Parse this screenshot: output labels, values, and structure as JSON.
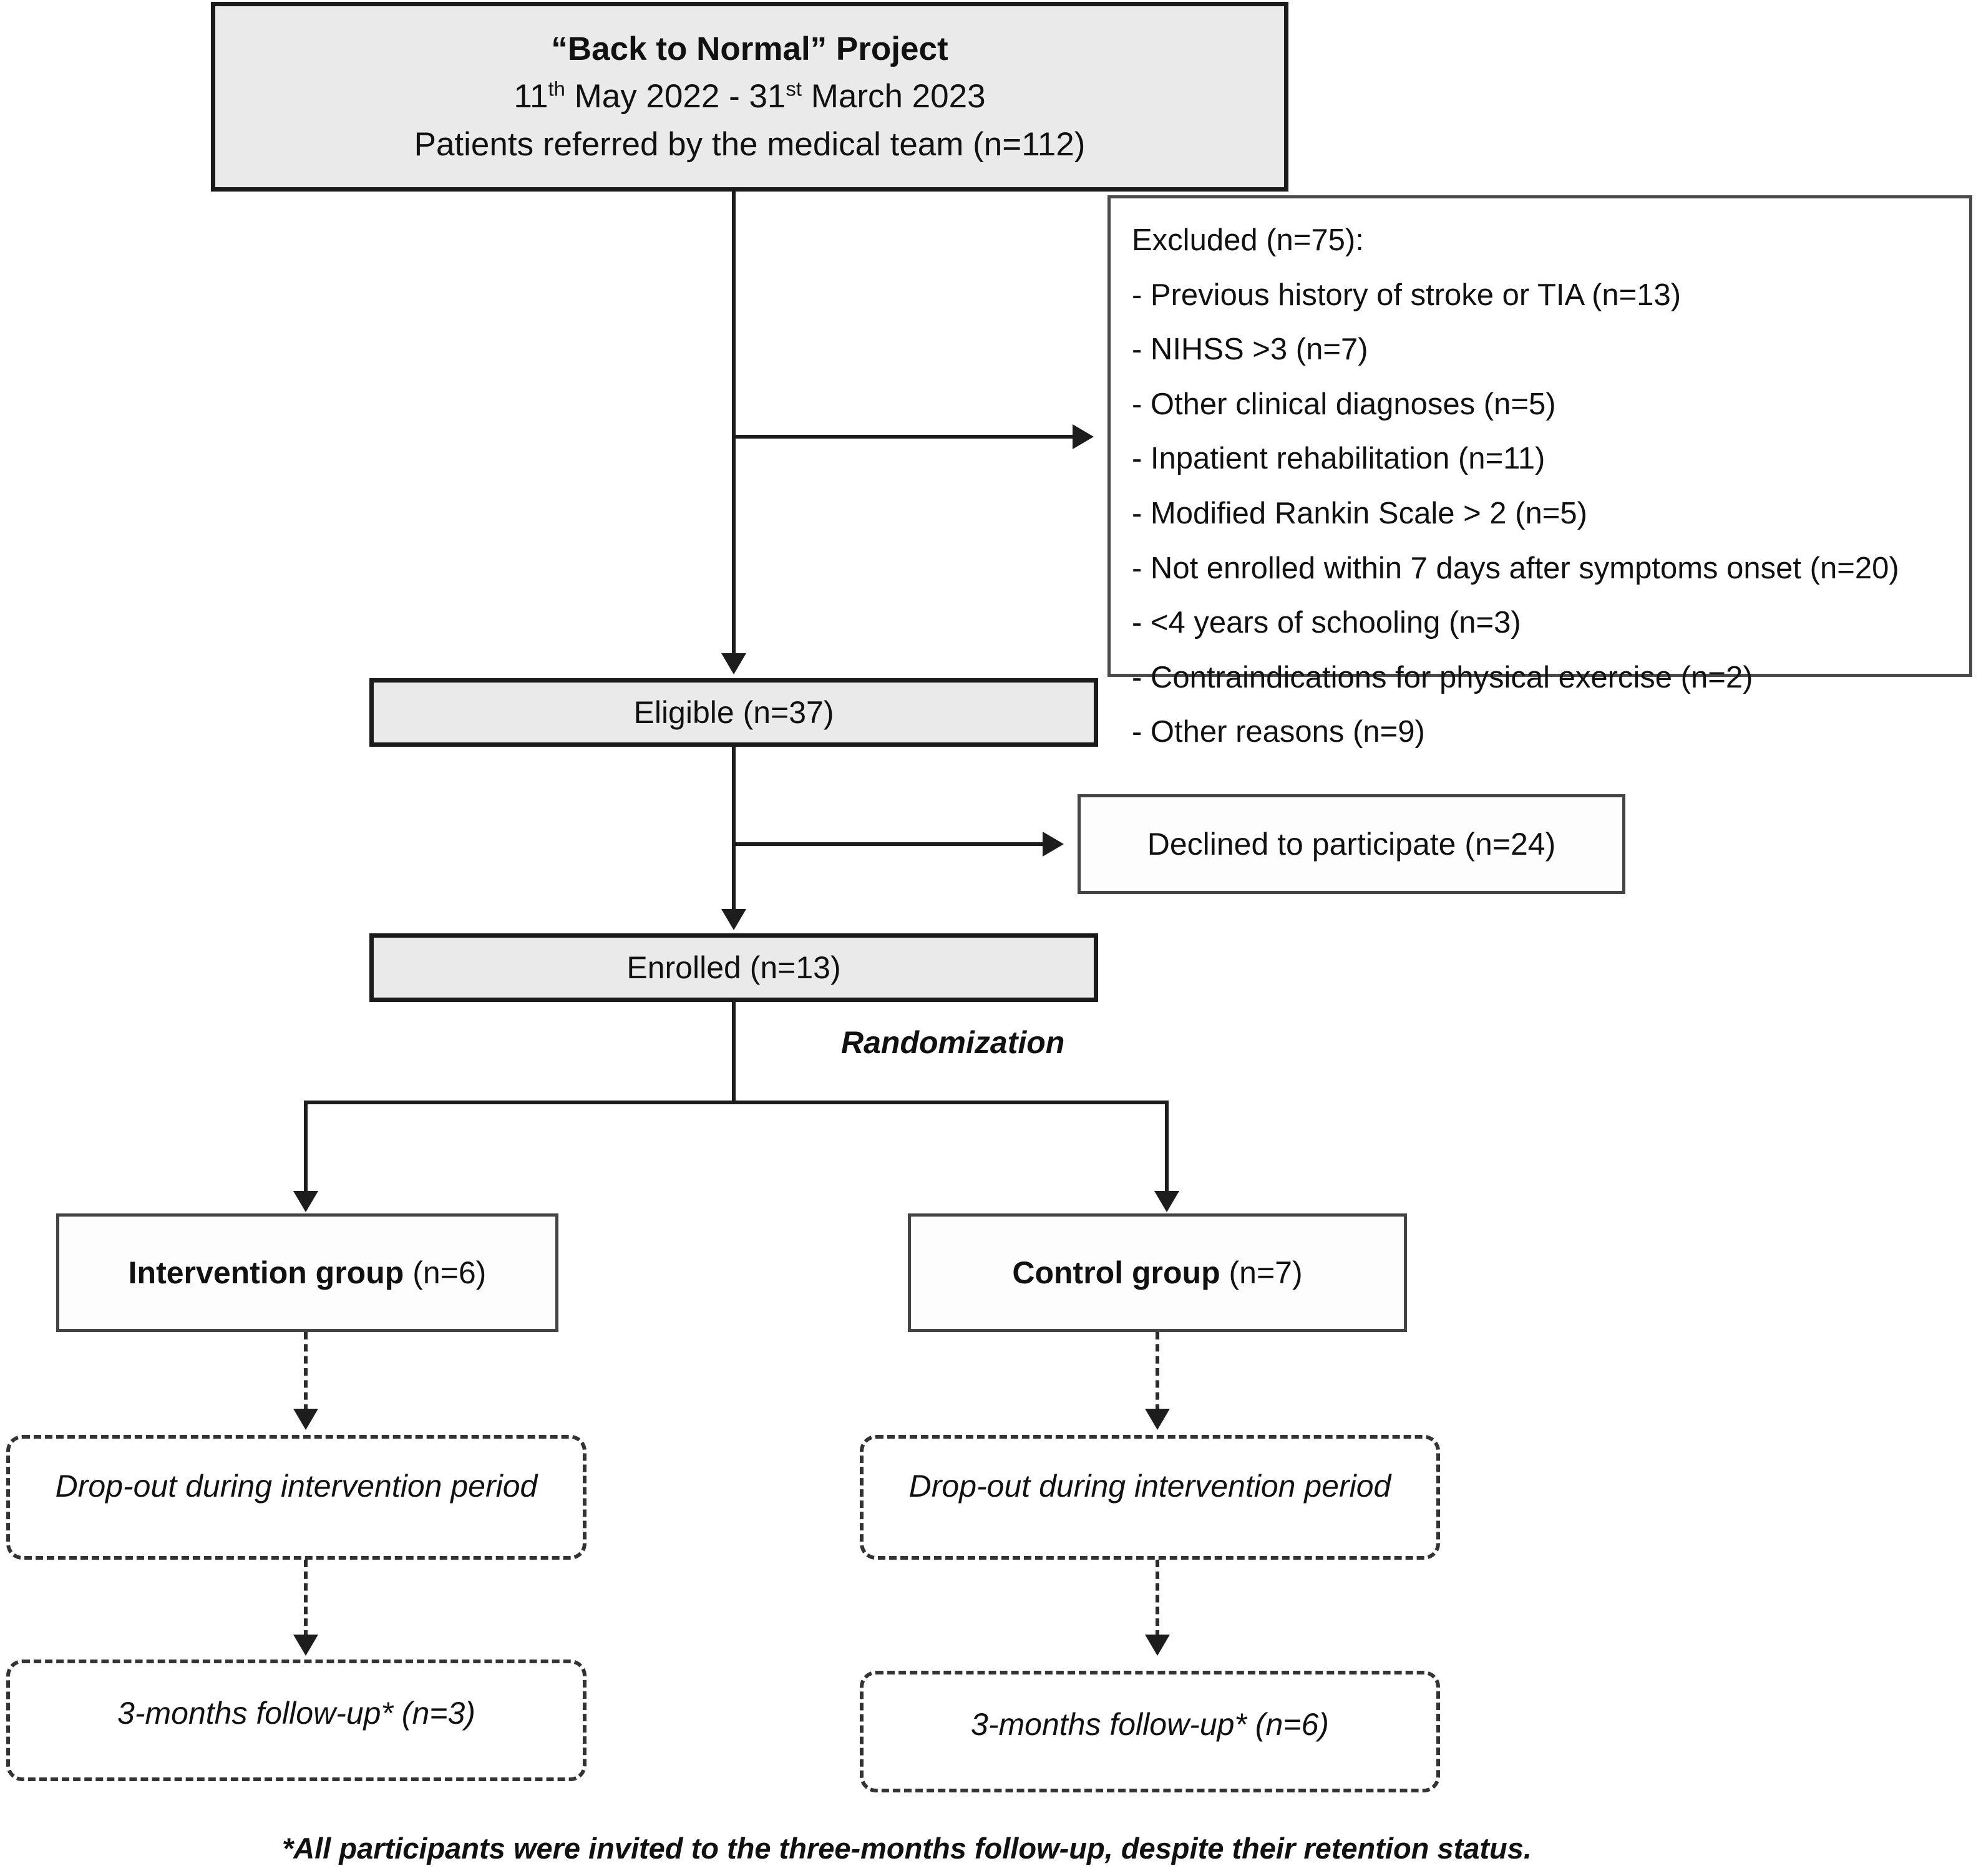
{
  "diagram": {
    "type": "consort-flow-diagram",
    "header": {
      "title": "“Back to Normal” Project",
      "date_range_prefix": "11",
      "date_range_sup1": "th",
      "date_range_mid": " May 2022 - 31",
      "date_range_sup2": "st",
      "date_range_suffix": " March 2023",
      "referred": "Patients referred by the medical team (n=112)"
    },
    "excluded": {
      "heading": "Excluded (n=75):",
      "reasons": [
        "- Previous history of stroke or TIA (n=13)",
        "- NIHSS >3 (n=7)",
        "- Other clinical diagnoses (n=5)",
        "- Inpatient rehabilitation (n=11)",
        "- Modified Rankin Scale > 2 (n=5)",
        "- Not enrolled within 7 days after symptoms onset (n=20)",
        "- <4 years of schooling (n=3)",
        "- Contraindications for physical exercise (n=2)",
        "- Other reasons (n=9)"
      ]
    },
    "eligible": "Eligible (n=37)",
    "declined": "Declined to participate (n=24)",
    "enrolled": "Enrolled (n=13)",
    "randomization_label": "Randomization",
    "arms": {
      "intervention": {
        "name": "Intervention group",
        "count": " (n=6)",
        "dropout": "Drop-out during intervention period",
        "followup": "3-months follow-up* (n=3)"
      },
      "control": {
        "name": "Control group",
        "count": " (n=7)",
        "dropout": "Drop-out during intervention period",
        "followup": "3-months follow-up* (n=6)"
      }
    },
    "footnote": "*All participants were invited to the three-months follow-up, despite their retention status.",
    "colors": {
      "shaded_fill": "#eaeaea",
      "plain_fill": "#ffffff",
      "line": "#1d1d1d",
      "border_thick": "#1b1b1b",
      "border_thin": "#444444"
    }
  }
}
